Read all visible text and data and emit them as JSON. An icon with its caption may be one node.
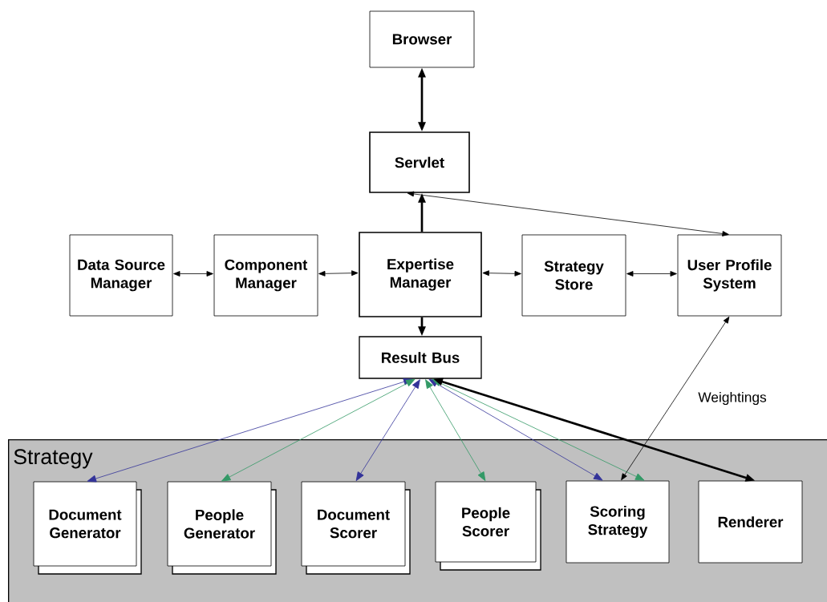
{
  "diagram": {
    "nodes": [
      {
        "text": [
          "Browser"
        ]
      },
      {
        "text": [
          "Servlet"
        ]
      },
      {
        "text": [
          "Data Source Manager"
        ]
      },
      {
        "text": [
          "Component Manager"
        ]
      },
      {
        "text": [
          "Expertise Manager"
        ]
      },
      {
        "text": [
          "Strategy Store"
        ]
      },
      {
        "text": [
          "User Profile System"
        ]
      },
      {
        "text": [
          "Result Bus"
        ]
      },
      {
        "text": [
          "Strategy"
        ]
      },
      {
        "text": [
          "Document Generator"
        ],
        "in": 8
      },
      {
        "text": [
          "People Generator"
        ],
        "in": 8
      },
      {
        "text": [
          "Document Scorer"
        ],
        "in": 8
      },
      {
        "text": [
          "People Scorer"
        ],
        "in": 8
      },
      {
        "text": [
          "Scoring Strategy"
        ],
        "in": 8
      },
      {
        "text": [
          "Renderer"
        ],
        "in": 8
      }
    ],
    "edges": [
      {
        "from": 0,
        "to": 1,
        "arrow": "both",
        "style": "thick"
      },
      {
        "from": 4,
        "to": 1,
        "arrow": "to",
        "style": "thick"
      },
      {
        "from": 1,
        "to": 6,
        "arrow": "both"
      },
      {
        "from": 2,
        "to": 3,
        "arrow": "both"
      },
      {
        "from": 3,
        "to": 4,
        "arrow": "both"
      },
      {
        "from": 4,
        "to": 5,
        "arrow": "both"
      },
      {
        "from": 5,
        "to": 6,
        "arrow": "both"
      },
      {
        "from": 4,
        "to": 7,
        "arrow": "to",
        "style": "thick"
      },
      {
        "from": 7,
        "to": 9,
        "arrow": "both",
        "color": "#333399"
      },
      {
        "from": 7,
        "to": 10,
        "arrow": "both",
        "color": "#339966"
      },
      {
        "from": 7,
        "to": 11,
        "arrow": "both",
        "color": "#333399"
      },
      {
        "from": 7,
        "to": 12,
        "arrow": "both",
        "color": "#339966"
      },
      {
        "from": 7,
        "to": 13,
        "arrow": "both",
        "color": "#333399"
      },
      {
        "from": 7,
        "to": 13,
        "arrow": "both",
        "color": "#339966"
      },
      {
        "from": 7,
        "to": 14,
        "arrow": "both",
        "style": "thick"
      },
      {
        "from": 6,
        "to": 13,
        "arrow": "both",
        "label": "Weightings"
      }
    ]
  }
}
